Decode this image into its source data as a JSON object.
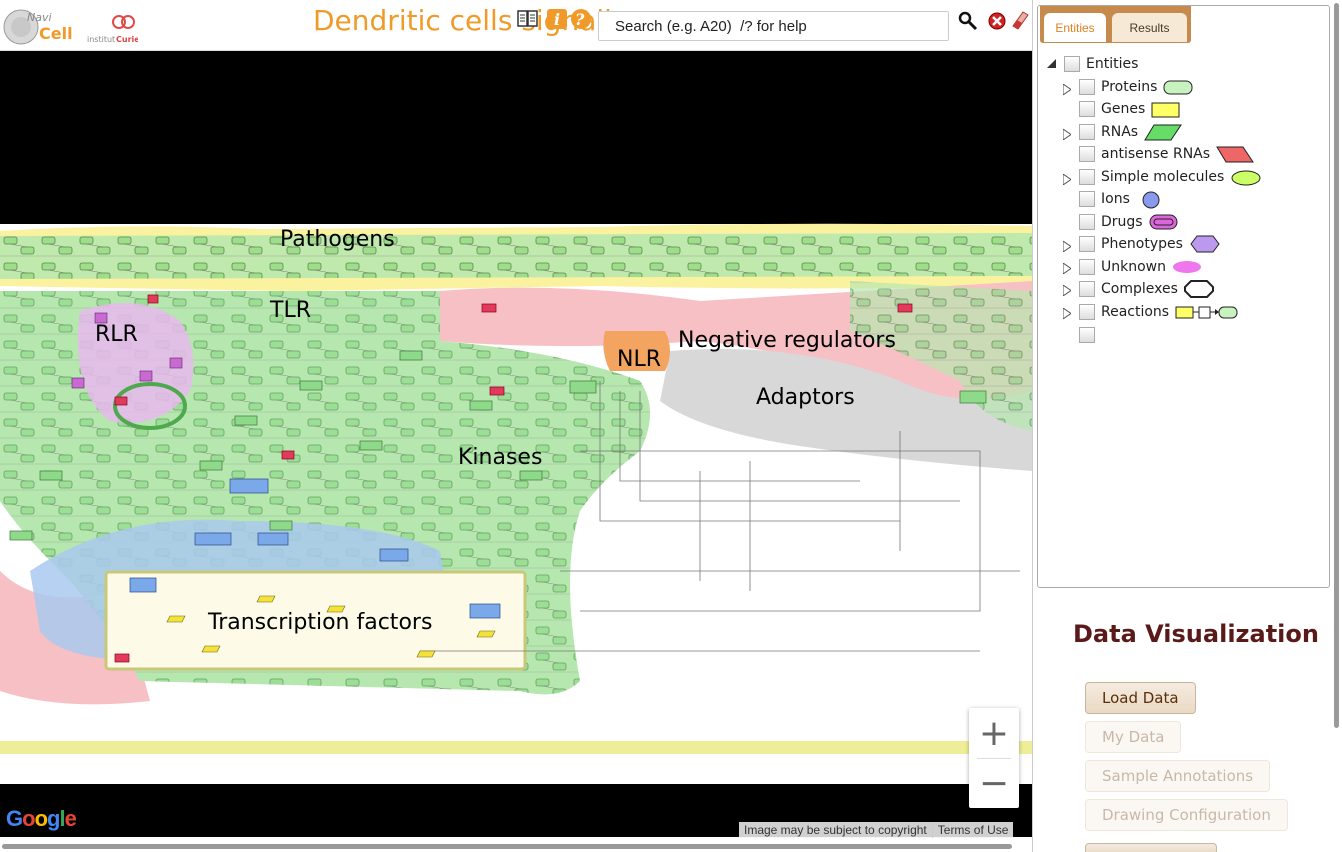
{
  "header": {
    "title": "Dendritic cells signaling",
    "logo_text_1": "NaviCell",
    "logo_text_2": "institutCurie",
    "search_placeholder": "Search (e.g. A20)  /? for help"
  },
  "map": {
    "regions": [
      "Pathogens",
      "TLR",
      "RLR",
      "NLR",
      "Negative regulators",
      "Adaptors",
      "Kinases",
      "Transcription factors"
    ],
    "zoom_in": "+",
    "zoom_out": "−",
    "google_logo": "Google",
    "copyright": "Image may be subject to copyright",
    "terms": "Terms of Use"
  },
  "sidebar": {
    "tabs": [
      "Entities",
      "Results"
    ],
    "active_tab": "Entities",
    "tree_root": "Entities",
    "tree_items": [
      {
        "label": "Proteins",
        "legend": "proteins-legend-icon",
        "expandable": true
      },
      {
        "label": "Genes",
        "legend": "genes-legend-icon",
        "expandable": false
      },
      {
        "label": "RNAs",
        "legend": "rnas-legend-icon",
        "expandable": true
      },
      {
        "label": "antisense RNAs",
        "legend": "antisense-rnas-legend-icon",
        "expandable": false
      },
      {
        "label": "Simple molecules",
        "legend": "simple-molecules-legend-icon",
        "expandable": true
      },
      {
        "label": "Ions",
        "legend": "ions-legend-icon",
        "expandable": false
      },
      {
        "label": "Drugs",
        "legend": "drugs-legend-icon",
        "expandable": false
      },
      {
        "label": "Phenotypes",
        "legend": "phenotypes-legend-icon",
        "expandable": true
      },
      {
        "label": "Unknown",
        "legend": "unknown-legend-icon",
        "expandable": true
      },
      {
        "label": "Complexes",
        "legend": "complexes-legend-icon",
        "expandable": true
      },
      {
        "label": "Reactions",
        "legend": "reactions-legend-icon",
        "expandable": true
      },
      {
        "label": "",
        "legend": "",
        "expandable": false
      }
    ],
    "data_viz": {
      "title": "Data Visualization",
      "buttons": [
        {
          "label": "Load Data",
          "enabled": true
        },
        {
          "label": "My Data",
          "enabled": false
        },
        {
          "label": "Sample Annotations",
          "enabled": false
        },
        {
          "label": "Drawing Configuration",
          "enabled": false
        }
      ]
    }
  },
  "colors": {
    "title": "#f09a2a",
    "tab_bar": "#c78a4d",
    "data_viz_title": "#5a1a1a"
  }
}
